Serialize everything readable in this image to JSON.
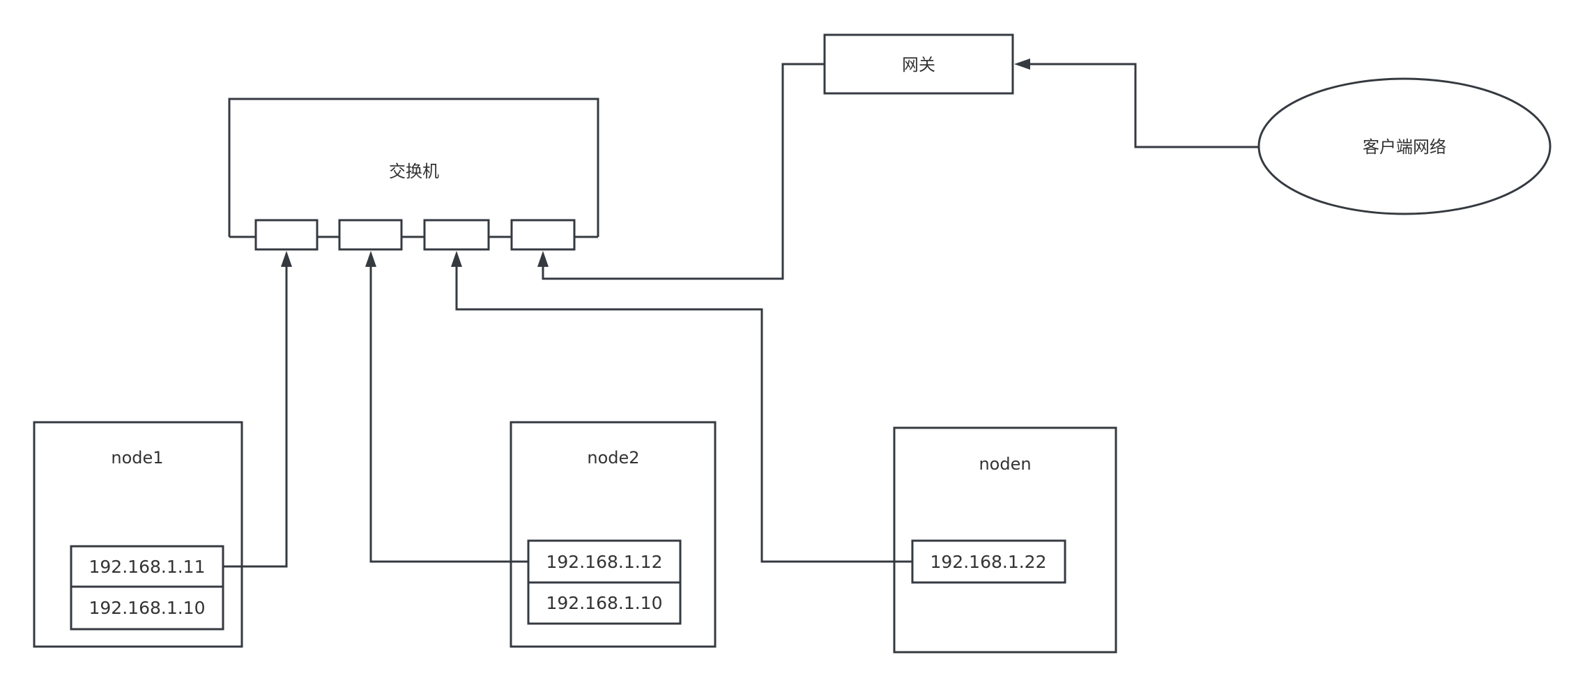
{
  "diagram": {
    "switch": {
      "label": "交换机",
      "ports": 4
    },
    "gateway": {
      "label": "网关"
    },
    "client_network": {
      "label": "客户端网络"
    },
    "nodes": [
      {
        "name": "node1",
        "ips": [
          "192.168.1.11",
          "192.168.1.10"
        ]
      },
      {
        "name": "node2",
        "ips": [
          "192.168.1.12",
          "192.168.1.10"
        ]
      },
      {
        "name": "noden",
        "ips": [
          "192.168.1.22"
        ]
      }
    ],
    "connections": [
      {
        "from": "node1.192.168.1.11",
        "to": "switch.port1"
      },
      {
        "from": "node2.192.168.1.12",
        "to": "switch.port2"
      },
      {
        "from": "noden.192.168.1.22",
        "to": "switch.port3"
      },
      {
        "from": "gateway",
        "to": "switch.port4"
      },
      {
        "from": "client_network",
        "to": "gateway"
      }
    ],
    "colors": {
      "stroke": "#353a40",
      "text": "#333333",
      "background": "#ffffff"
    }
  }
}
